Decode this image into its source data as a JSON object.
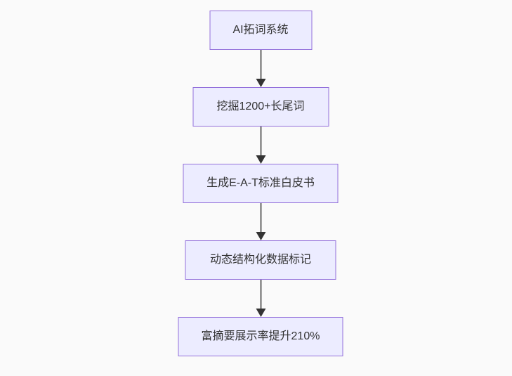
{
  "flowchart": {
    "direction": "top-down",
    "nodes": [
      {
        "label": "AI拓词系统"
      },
      {
        "label": "挖掘1200+长尾词"
      },
      {
        "label": "生成E-A-T标准白皮书"
      },
      {
        "label": "动态结构化数据标记"
      },
      {
        "label": "富摘要展示率提升210%"
      }
    ],
    "edges": [
      {
        "from": 0,
        "to": 1
      },
      {
        "from": 1,
        "to": 2
      },
      {
        "from": 2,
        "to": 3
      },
      {
        "from": 3,
        "to": 4
      }
    ],
    "colors": {
      "background": "#fafafa",
      "node_fill": "#ececff",
      "node_border": "#9370db",
      "node_text": "#333333",
      "edge_line": "#666666",
      "edge_arrowhead": "#333333"
    }
  }
}
